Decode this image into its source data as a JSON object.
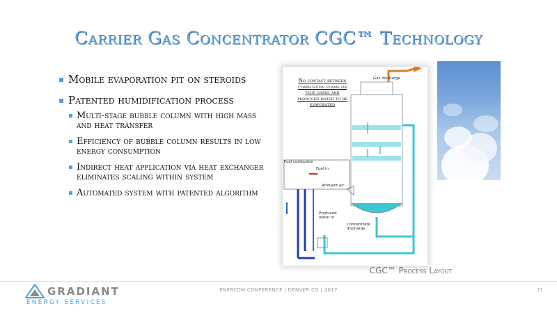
{
  "slide": {
    "title": "Carrier Gas Concentrator CGC™ Technology",
    "bullets": {
      "b1": "Mobile evaporation pit on steroids",
      "b2": "Patented humidification process",
      "sub": [
        "Multi-stage bubble column with high mass and heat transfer",
        "Efficiency of bubble column results in low energy consumption",
        "Indirect heat application via heat exchanger eliminates scaling within system",
        "Automated system with patented algorithm"
      ]
    }
  },
  "diagram": {
    "callout": "No contact between combustion flame or flue gases and produced water to be evaporated",
    "labels": {
      "gas_discharge": "Gas discharge",
      "fuel_combustor": "Fuel combustor",
      "fuel_in": "Fuel in",
      "ambient_air": "Ambient air",
      "produced_water": "Produced water in",
      "concentrate": "Concentrate discharge"
    },
    "caption": "CGC™ Process Layout"
  },
  "footer": {
    "conference": "ENERCOM CONFERENCE | DENVER CO | 2017",
    "page": "21",
    "logo_name": "GRADIANT",
    "logo_sub": "ENERGY SERVICES"
  },
  "colors": {
    "title": "#6fa8dc",
    "bullet": "#5b9bd5",
    "water": "#3cc7d6",
    "pipe_blue": "#1f3fa8",
    "gas_pipe": "#e07b22",
    "logo_teal": "#4aa3d6"
  },
  "icons": {
    "logo": "gradiant-triangle-logo",
    "bullet": "square-bullet-icon",
    "arrow": "arrow-right-icon"
  }
}
